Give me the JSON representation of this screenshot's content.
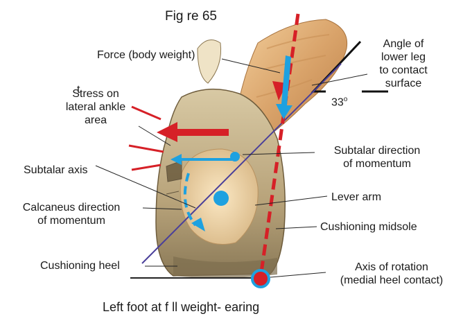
{
  "figure": {
    "title": "Fig re 65",
    "caption": "Left foot at f ll weight- earing",
    "stray_mark": "t"
  },
  "labels": {
    "force": "Force (body weight)",
    "stress_line1": "Stress on",
    "stress_line2": "lateral ankle",
    "stress_line3": "area",
    "subtalar_axis": "Subtalar axis",
    "calcaneus_line1": "Calcaneus direction",
    "calcaneus_line2": "of momentum",
    "cushioning_heel": "Cushioning heel",
    "angle_line1": "Angle of",
    "angle_line2": "lower leg",
    "angle_line3": "to contact",
    "angle_line4": "surface",
    "angle_value": "33",
    "angle_unit": "o",
    "subtalar_dir_line1": "Subtalar direction",
    "subtalar_dir_line2": "of momentum",
    "lever_arm": "Lever arm",
    "cushioning_midsole": "Cushioning midsole",
    "axis_rot_line1": "Axis of rotation",
    "axis_rot_line2": "(medial heel contact)"
  },
  "colors": {
    "arrow_red": "#d62027",
    "arrow_blue": "#1ea1e0",
    "axis_line": "#4a3f9a",
    "leader": "#222222"
  }
}
